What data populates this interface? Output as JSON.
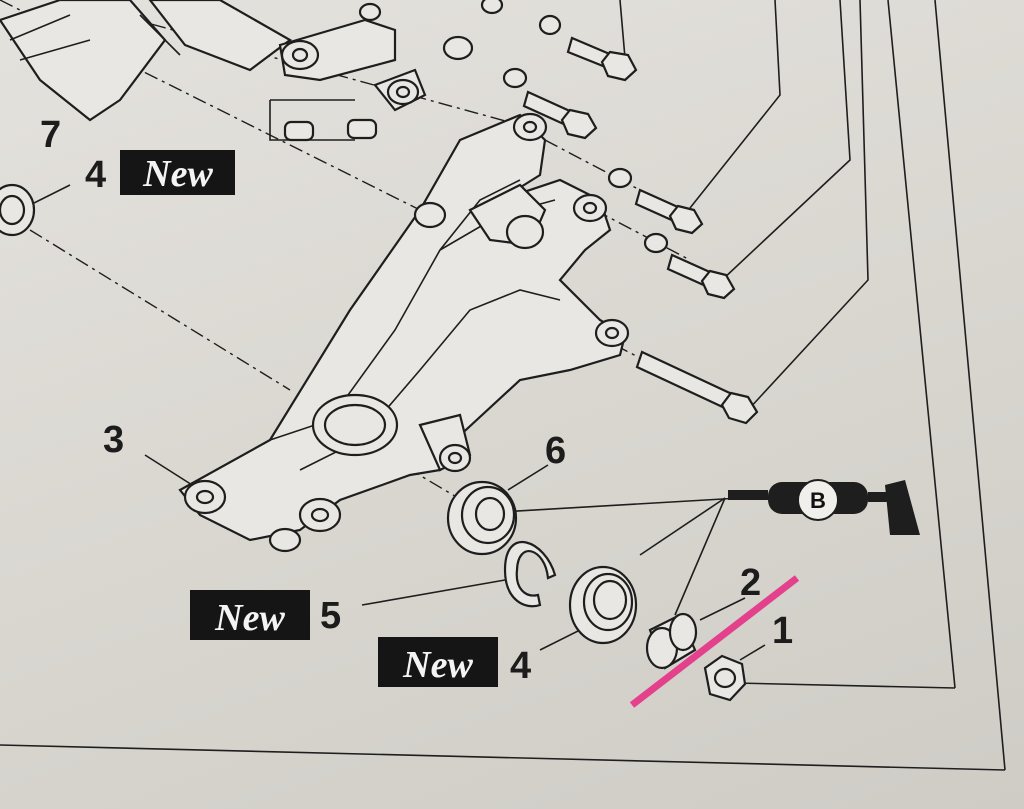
{
  "callouts": {
    "c1": "1",
    "c2": "2",
    "c3": "3",
    "c4a": "4",
    "c4b": "4",
    "c5": "5",
    "c6": "6",
    "c7": "7"
  },
  "new_badges": {
    "top": "New",
    "left": "New",
    "bottom": "New"
  },
  "grease_symbol": {
    "label": "B"
  },
  "colors": {
    "ink": "#1e1e1e",
    "paper": "#dcd9d3",
    "highlight": "#e4418c"
  }
}
